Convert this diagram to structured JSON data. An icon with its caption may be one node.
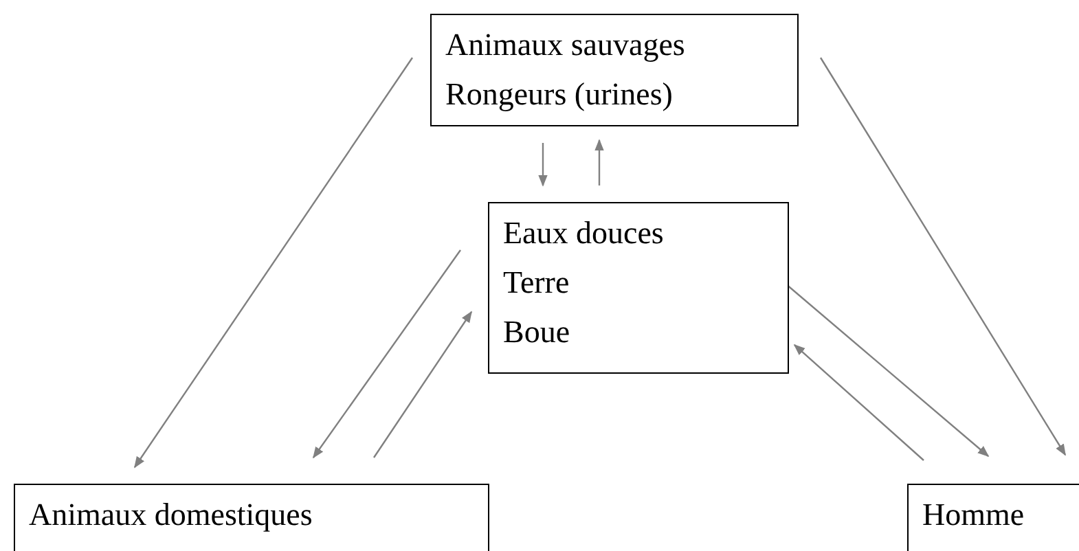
{
  "diagram": {
    "nodes": [
      {
        "text": [
          "Animaux sauvages",
          "Rongeurs (urines)"
        ]
      },
      {
        "text": [
          "Eaux douces",
          "Terre",
          "Boue"
        ]
      },
      {
        "text": [
          "Animaux domestiques"
        ]
      },
      {
        "text": [
          "Homme"
        ]
      }
    ],
    "edges": [
      {
        "from": 0,
        "to": 2,
        "arrow": "to"
      },
      {
        "from": 0,
        "to": 3,
        "arrow": "to"
      },
      {
        "from": 0,
        "to": 1,
        "arrow": "to"
      },
      {
        "from": 1,
        "to": 0,
        "arrow": "to"
      },
      {
        "from": 1,
        "to": 2,
        "arrow": "to"
      },
      {
        "from": 2,
        "to": 1,
        "arrow": "to"
      },
      {
        "from": 1,
        "to": 3,
        "arrow": "to"
      },
      {
        "from": 3,
        "to": 1,
        "arrow": "to"
      }
    ]
  }
}
